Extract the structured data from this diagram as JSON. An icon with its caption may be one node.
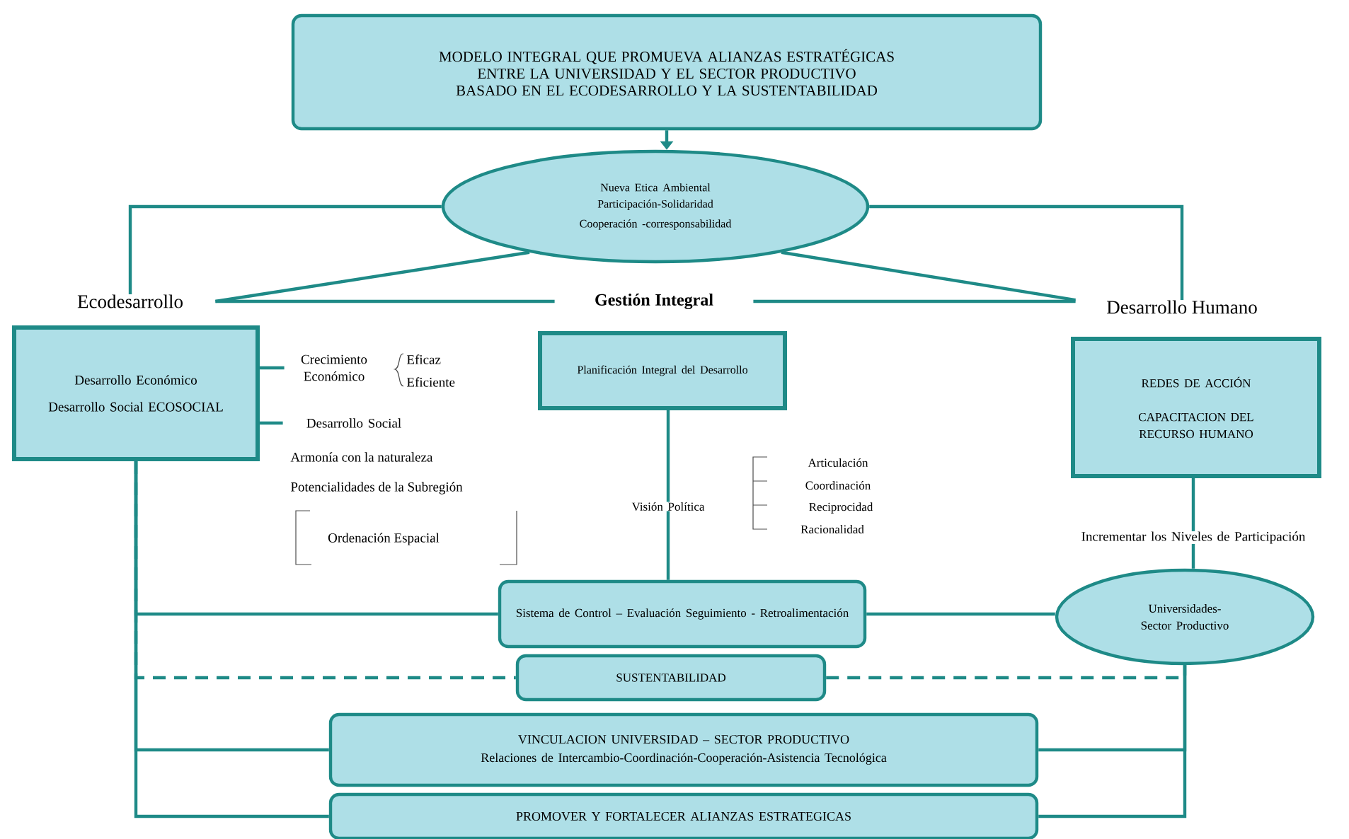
{
  "diagram": {
    "nodes": [
      {
        "text": [
          "MODELO INTEGRAL QUE PROMUEVA ALIANZAS ESTRATÉGICAS ENTRE LA UNIVERSIDAD Y EL SECTOR PRODUCTIVO BASADO EN EL ECODESARROLLO Y LA SUSTENTABILIDAD"
        ]
      },
      {
        "text": [
          "Nueva Etica Ambiental",
          "Participación-Solidaridad",
          "Cooperación -corresponsabilidad"
        ]
      },
      {
        "text": [
          "Ecodesarrollo"
        ]
      },
      {
        "text": [
          "Gestión Integral"
        ]
      },
      {
        "text": [
          "Desarrollo Humano"
        ]
      },
      {
        "text": [
          "Desarrollo Económico",
          "Desarrollo Social ECOSOCIAL"
        ]
      },
      {
        "text": [
          "Crecimiento Económico"
        ]
      },
      {
        "text": [
          "Desarrollo Social"
        ]
      },
      {
        "text": [
          "Planificación Integral del Desarrollo"
        ]
      },
      {
        "text": [
          "Visión Política"
        ]
      },
      {
        "text": [
          "REDES DE ACCIÓN",
          "CAPACITACION DEL RECURSO HUMANO"
        ]
      },
      {
        "text": [
          "Incrementar los Niveles de Participación"
        ]
      },
      {
        "text": [
          "Sistema de Control – Evaluación Seguimiento - Retroalimentación"
        ]
      },
      {
        "text": [
          "Universidades- Sector Productivo"
        ]
      },
      {
        "text": [
          "SUSTENTABILIDAD"
        ]
      },
      {
        "text": [
          "VINCULACION UNIVERSIDAD – SECTOR PRODUCTIVO",
          "Relaciones de Intercambio-Coordinación-Cooperación-Asistencia Tecnológica"
        ]
      },
      {
        "text": [
          "PROMOVER Y FORTALECER ALIANZAS ESTRATEGICAS"
        ]
      }
    ],
    "edges": [
      {
        "from": 0,
        "to": 1,
        "arrow": "to"
      },
      {
        "from": 1,
        "to": 2,
        "arrow": "none"
      },
      {
        "from": 1,
        "to": 2,
        "arrow": "none"
      },
      {
        "from": 1,
        "to": 4,
        "arrow": "none"
      },
      {
        "from": 1,
        "to": 4,
        "arrow": "none"
      },
      {
        "from": 2,
        "to": 3,
        "arrow": "none"
      },
      {
        "from": 3,
        "to": 4,
        "arrow": "none"
      },
      {
        "from": 5,
        "to": 6,
        "arrow": "none"
      },
      {
        "from": 5,
        "to": 7,
        "arrow": "none"
      },
      {
        "from": 8,
        "to": 9,
        "arrow": "none"
      },
      {
        "from": 9,
        "to": 12,
        "arrow": "none"
      },
      {
        "from": 10,
        "to": 11,
        "arrow": "none"
      },
      {
        "from": 11,
        "to": 13,
        "arrow": "none"
      },
      {
        "from": 12,
        "to": 13,
        "arrow": "none"
      },
      {
        "from": 5,
        "to": 12,
        "arrow": "none"
      },
      {
        "from": 5,
        "to": 15,
        "arrow": "none"
      },
      {
        "from": 5,
        "to": 16,
        "arrow": "none"
      },
      {
        "from": 13,
        "to": 15,
        "arrow": "none"
      },
      {
        "from": 13,
        "to": 16,
        "arrow": "none"
      },
      {
        "from": 5,
        "to": 14,
        "arrow": "none",
        "style": "dashed"
      },
      {
        "from": 14,
        "to": 13,
        "arrow": "none",
        "style": "dashed"
      }
    ],
    "labels": [
      "Eficaz",
      "Eficiente",
      "Armonía con la naturaleza",
      "Potencialidades de la Subregión",
      "Ordenación Espacial",
      "Articulación",
      "Coordinación",
      "Reciprocidad",
      "Racionalidad"
    ]
  }
}
